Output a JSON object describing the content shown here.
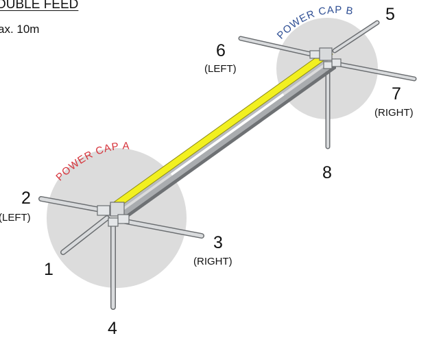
{
  "header": {
    "title": "OUBLE FEED",
    "subtitle": "ax. 10m"
  },
  "caps": {
    "a": "POWER CAP A",
    "b": "POWER CAP B"
  },
  "points": [
    {
      "id": "1",
      "number": "1",
      "side": ""
    },
    {
      "id": "2",
      "number": "2",
      "side": "(LEFT)"
    },
    {
      "id": "3",
      "number": "3",
      "side": "(RIGHT)"
    },
    {
      "id": "4",
      "number": "4",
      "side": ""
    },
    {
      "id": "5",
      "number": "5",
      "side": ""
    },
    {
      "id": "6",
      "number": "6",
      "side": "(LEFT)"
    },
    {
      "id": "7",
      "number": "7",
      "side": "(RIGHT)"
    },
    {
      "id": "8",
      "number": "8",
      "side": ""
    }
  ],
  "colors": {
    "strip": "#f2f020",
    "cap_a_label": "#d6323a",
    "cap_b_label": "#2f4f94",
    "cap_zone": "#dcdcdc",
    "rod": "#c4c6c8"
  }
}
